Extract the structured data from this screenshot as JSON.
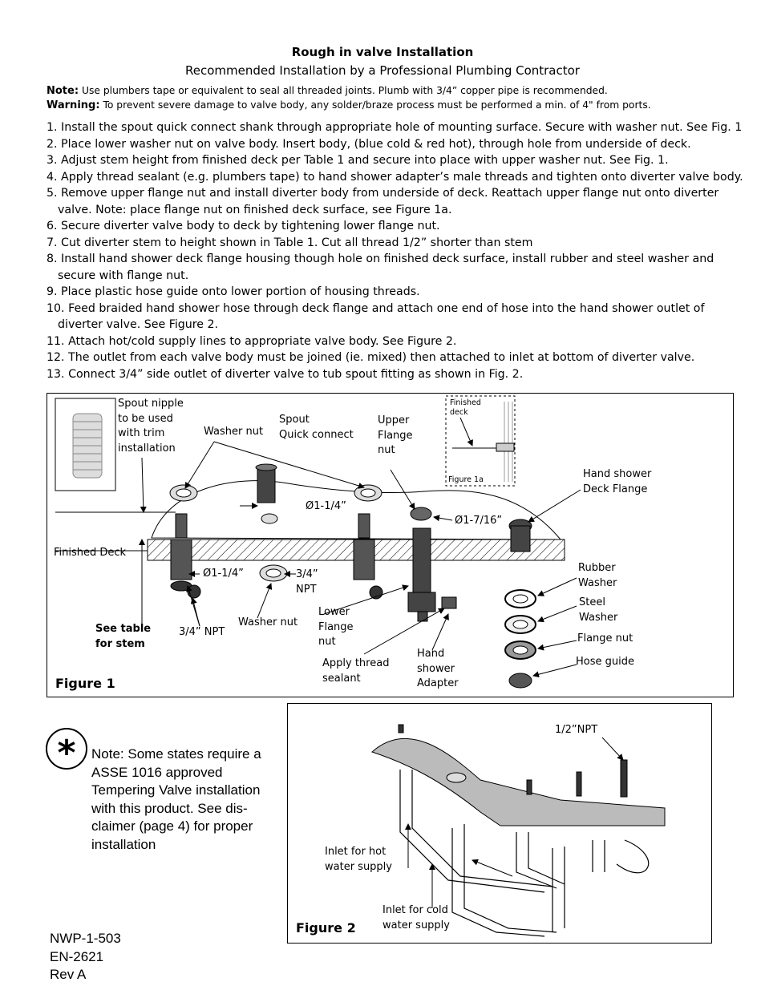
{
  "header": {
    "title": "Rough in valve Installation",
    "subtitle": "Recommended Installation by a Professional Plumbing Contractor",
    "note_label": "Note:",
    "note_text": "Use plumbers tape or equivalent to seal all threaded joints. Plumb with 3/4” copper pipe is recommended.",
    "warning_label": "Warning:",
    "warning_text": "To prevent severe damage to valve body, any solder/braze process must be performed a min. of 4\" from ports."
  },
  "steps": [
    {
      "text": "1.  Install the spout quick connect shank through appropriate hole of mounting surface.  Secure with washer nut. See Fig. 1"
    },
    {
      "text": "2.  Place lower washer nut on valve body.  Insert body, (blue cold & red hot), through hole from underside of deck."
    },
    {
      "text": "3.  Adjust stem height from finished deck per Table 1 and secure into place with upper washer nut. See Fig. 1."
    },
    {
      "text": "4.  Apply thread sealant (e.g. plumbers tape) to hand shower adapter’s male threads and tighten onto diverter valve body."
    },
    {
      "text": "5.  Remove upper flange nut and install diverter body from underside of deck.  Reattach upper flange nut onto diverter",
      "cont": "valve.  Note: place flange nut on finished deck surface, see Figure 1a."
    },
    {
      "text": "6.  Secure diverter valve body to deck by tightening lower flange nut."
    },
    {
      "text": "7.  Cut diverter stem to height shown in Table 1. Cut all thread 1/2” shorter than stem"
    },
    {
      "text": "8.  Install hand shower deck flange housing though hole on finished deck surface, install rubber and steel washer and",
      "cont": "secure with flange nut."
    },
    {
      "text": "9.  Place plastic hose guide onto lower portion of housing threads."
    },
    {
      "text": "10. Feed braided hand shower hose through deck flange and attach one end of hose into the hand shower outlet of",
      "cont": "diverter valve. See Figure 2."
    },
    {
      "text": "11.  Attach hot/cold supply lines to appropriate valve body.  See Figure 2."
    },
    {
      "text": "12.  The outlet from each valve body must be joined (ie. mixed) then attached to inlet at bottom of diverter valve."
    },
    {
      "text": "13. Connect 3/4” side outlet of diverter valve to tub spout fitting as shown in Fig. 2."
    }
  ],
  "figure1": {
    "title": "Figure 1",
    "labels": {
      "spout_nipple": [
        "Spout nipple",
        "to be used",
        "with trim",
        "installation"
      ],
      "washer_nut_top": "Washer nut",
      "spout_quick_connect": [
        "Spout",
        "Quick connect"
      ],
      "upper_flange_nut": [
        "Upper",
        "Flange",
        "nut"
      ],
      "finished_deck_small": [
        "Finished",
        "deck"
      ],
      "figure_1a": "Figure 1a",
      "hand_shower_deck_flange": [
        "Hand shower",
        "Deck Flange"
      ],
      "dia_spout": "Ø1-1/4”",
      "dia_flange": "Ø1-7/16”",
      "finished_deck": "Finished Deck",
      "dia_valve": "Ø1-1/4”",
      "npt_34_center": [
        "3/4”",
        "NPT"
      ],
      "rubber_washer": [
        "Rubber",
        "Washer"
      ],
      "steel_washer": [
        "Steel",
        "Washer"
      ],
      "lower_flange_nut": [
        "Lower",
        "Flange",
        "nut"
      ],
      "washer_nut_bottom": "Washer nut",
      "see_table": [
        "See table",
        "for stem"
      ],
      "npt_34_left": "3/4” NPT",
      "flange_nut": "Flange nut",
      "hose_guide": "Hose guide",
      "apply_thread_sealant": [
        "Apply thread",
        "sealant"
      ],
      "hand_shower_adapter": [
        "Hand",
        "shower",
        "Adapter"
      ]
    }
  },
  "figure2": {
    "title": "Figure 2",
    "labels": {
      "npt_half": "1/2”NPT",
      "inlet_hot": [
        "Inlet for hot",
        "water supply"
      ],
      "inlet_cold": [
        "Inlet for cold",
        "water supply"
      ]
    }
  },
  "side_note": {
    "symbol": "*",
    "text": "Note: Some states require a ASSE 1016 approved Tempering Valve installation with this product. See dis-claimer (page 4) for proper installation"
  },
  "doc_ids": [
    "NWP-1-503",
    "EN-2621",
    "Rev A"
  ]
}
